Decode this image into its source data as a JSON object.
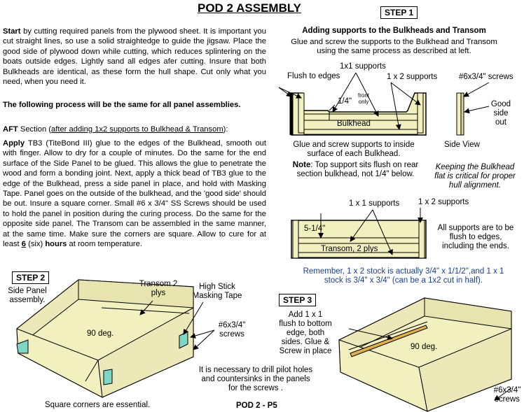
{
  "title": "POD 2 ASSEMBLY",
  "page_number": "POD 2 - P5",
  "step1": {
    "label": "STEP 1",
    "heading": "Adding supports to the Bulkheads and Transom",
    "intro": "Glue and screw the supports to the Bulkhead and Transom using the same process as described at left.",
    "flush_to_edges": "Flush to edges",
    "one_by_one_supports": "1x1 supports",
    "one_by_two_supports": "1 x 2 supports",
    "screws": "#6x3/4\" screws",
    "quarter_inch": "1/4\"",
    "front_only": "front only",
    "bulkhead": "Bulkhead",
    "good_side_out": "Good side out",
    "side_view": "Side View",
    "glue_screw_note": "Glue and screw supports to inside surface of each Bulkhead.",
    "note_label": "Note",
    "note_text": ": Top support sits flush on rear section bulkhead, not 1/4\" below.",
    "keeping_note": "Keeping the Bulkhead flat is critical for proper hull alignment.",
    "transom_one_by_one": "1 x 1 supports",
    "transom_one_by_two": "1 x 2 supports",
    "five_quarter": "5-1/4\"",
    "transom_label": "Transom, 2 plys",
    "all_supports": "All supports are to be flush to edges, including the ends.",
    "remember": "Remember, 1 x 2 stock is actually 3/4\" x 1/1/2\",and 1 x 1 stock is 3/4\" x 3/4\" (can be a 1x2 cut in half)."
  },
  "left_text": {
    "start_bold": "Start",
    "start_text": " by cutting required panels from the plywood sheet.  It is important you cut straight lines, so use a solid straightedge to guide the jigsaw.  Place the good side of plywood down while cutting, which reduces splintering on the boats outside edges.  Lightly sand all edges afer cutting.  Insure that both Bulkheads are identical, as these form the hull shape.  Cut only what you need, when you need it.",
    "same_process": "The following process will be the same for all panel assemblies.",
    "aft_bold": "AFT",
    "aft_text": " Section (",
    "aft_underline": "after adding 1x2 supports to Bulkhead & Transom",
    "aft_end": "):",
    "apply_bold": "Apply",
    "apply_text": " TB3 (TiteBond III) glue to the edges of the Bulkhead, smooth out with finger.  Allow to dry for a couple of minutes.  Do the same for the end surface of the Side Panel to be glued.  This allows the glue to penetrate the wood and form a bonding joint.  Next, apply a thick bead of TB3 glue to the edge of the Bulkhead, press a side panel in place, and hold with Masking Tape.  Panel goes on the outside of the bulkhead, and the 'good side' should be out.  Insure a square corner.  Small  #6 x 3/4\" SS Screws should be used to hold the panel in position during the curing process.  Do the same for the opposite side panel.  The Transom can be assembled in the same manner, at the same time.  Make sure the corners are square. Allow to cure for at least ",
    "six": "6",
    "six_paren": " (six) ",
    "hours": "hours",
    "room_temp": " at room temperature."
  },
  "step2": {
    "label": "STEP 2",
    "side_panel": "Side Panel assembly.",
    "transom": "Transom 2 plys",
    "masking": "High Stick Masking Tape",
    "ninety": "90 deg.",
    "screws": "#6x3/4\" screws",
    "square": "Square corners are essential."
  },
  "step3": {
    "label": "STEP 3",
    "add_text": "Add 1 x 1 flush to bottom edge, both sides. Glue & Screw in place",
    "ninety": "90 deg.",
    "screws": "#6x3/4\" screws",
    "drill_note": "It is necessary to drill pilot holes and countersinks in the panels for the screws ."
  },
  "colors": {
    "wood": "#f3f0bf",
    "wood_dark": "#d9d49a",
    "tape": "#7fd6c4",
    "support": "#e2b04a",
    "blue_text": "#1a3f8f"
  }
}
